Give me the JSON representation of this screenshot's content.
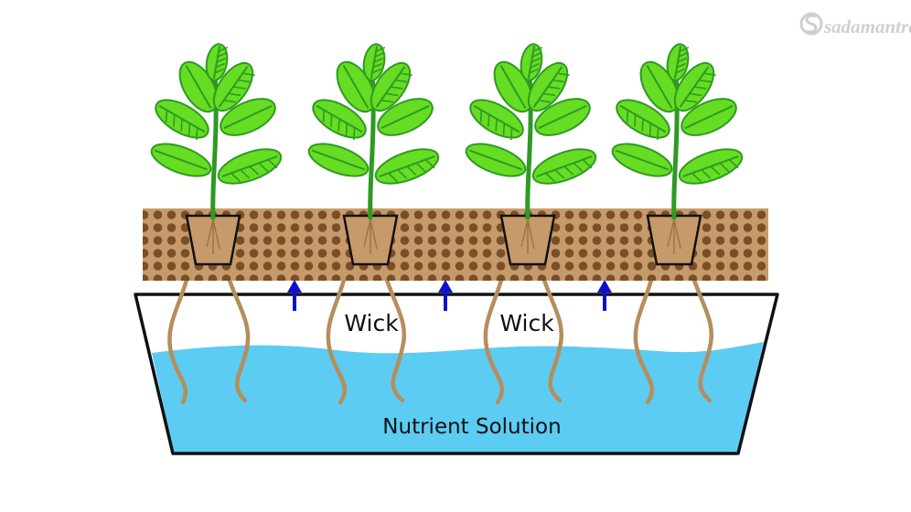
{
  "watermark": {
    "text": "sadamantra"
  },
  "labels": {
    "wick_left": "Wick",
    "wick_right": "Wick",
    "solution": "Nutrient Solution"
  },
  "colors": {
    "water": "#5CCCF2",
    "tray_outline": "#111111",
    "medium": "#C79A6B",
    "medium_dots": "#7A4E26",
    "root": "#B58E5C",
    "leaf_light": "#66DD22",
    "leaf_dark": "#2E9A22",
    "stem": "#2E9A22",
    "arrow": "#1010CC"
  },
  "icons": {
    "plant": "plant-icon",
    "arrow": "up-arrow-icon",
    "watermark": "logo-icon"
  },
  "plants": [
    {
      "name": "plant-1"
    },
    {
      "name": "plant-2"
    },
    {
      "name": "plant-3"
    },
    {
      "name": "plant-4"
    }
  ]
}
